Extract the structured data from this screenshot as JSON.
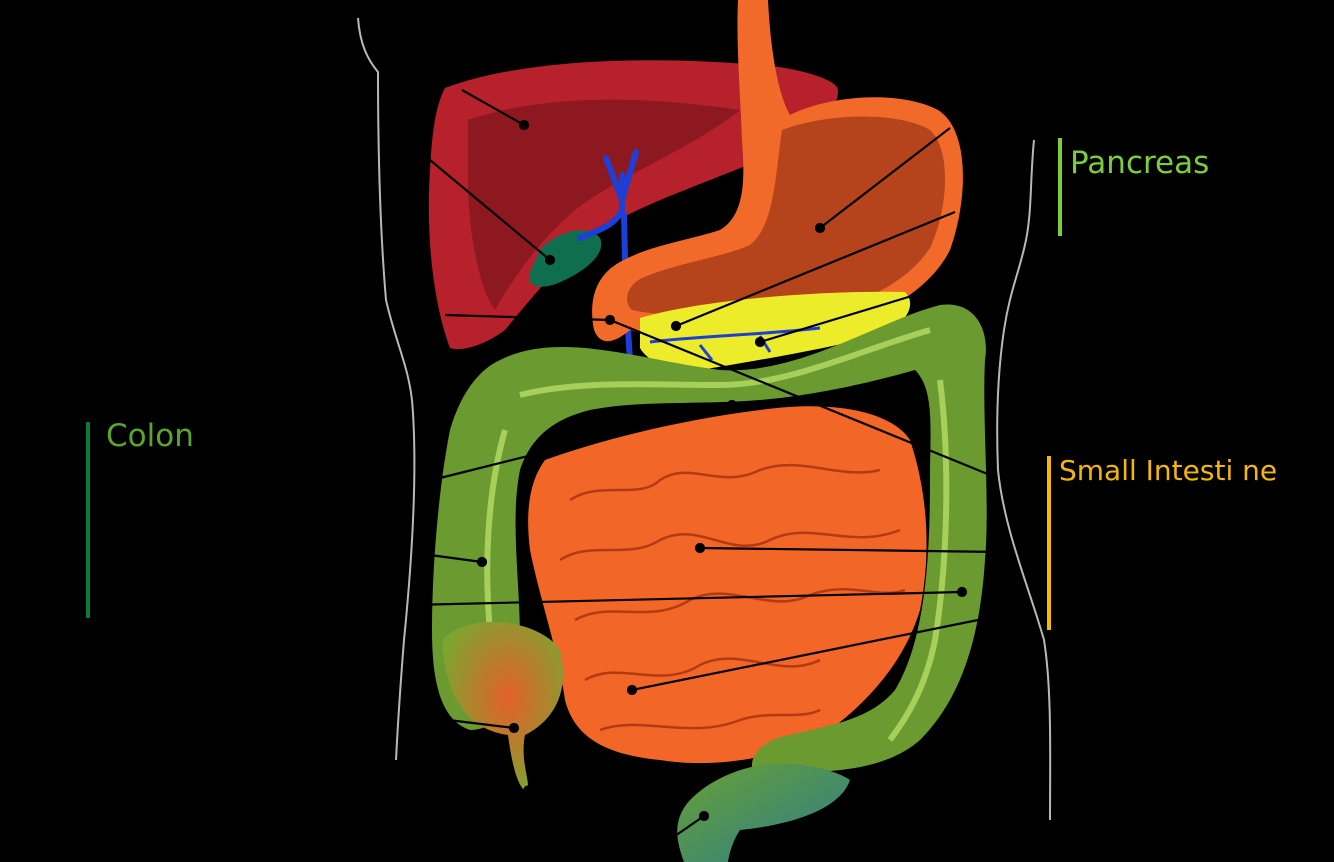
{
  "labels": {
    "pancreas": "Pancreas",
    "colon": "Colon",
    "small_intestine": "Small Intesti ne"
  },
  "colors": {
    "background": "#000000",
    "pancreas_label": "#7ccd3c",
    "colon_label": "#5aa52d",
    "colon_bar": "#0a7a3a",
    "small_intestine_label": "#f5b800",
    "liver": "#b6212b",
    "liver_dark": "#8e1820",
    "gallbladder": "#0e6e4e",
    "bile_duct": "#1e3fd6",
    "esophagus_stomach": "#f26a2a",
    "stomach_inner": "#b5441c",
    "pancreas": "#ecec2a",
    "colon": "#6a9a30",
    "small_intestine": "#f26628",
    "rectum": "#3f8a7c",
    "body_outline": "#b8b8b8"
  },
  "icons": [
    "digestive-system-illustration"
  ]
}
